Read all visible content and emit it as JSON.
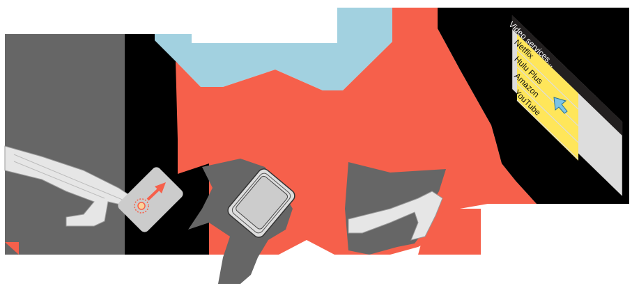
{
  "diagram": {
    "title": "",
    "colors": {
      "background": "#ffffff",
      "panel_gray": "#666666",
      "panel_black": "#000000",
      "accent_red": "#f6604b",
      "sky_blue": "#a2d1e0",
      "screen_gray": "#dddddd",
      "menu_yellow": "#ffe65a",
      "menu_header": "#221f1f",
      "remote_gray": "#cccccc",
      "cursor_blue": "#7cc4e6"
    },
    "steps": [
      {
        "name": "touch-remote",
        "icons": [
          "hand-icon",
          "touch-remote-icon",
          "swipe-arrow-icon",
          "touch-point-icon"
        ]
      },
      {
        "name": "phone",
        "icons": [
          "hand-icon",
          "phone-icon"
        ]
      },
      {
        "name": "tv-screen",
        "icons": [
          "hand-icon",
          "screen-icon",
          "cursor-icon"
        ]
      }
    ],
    "screen_menu": {
      "header": "Video services...",
      "items": [
        "Netflix",
        "Hulu Plus",
        "Amazon",
        "YouTube"
      ]
    }
  }
}
